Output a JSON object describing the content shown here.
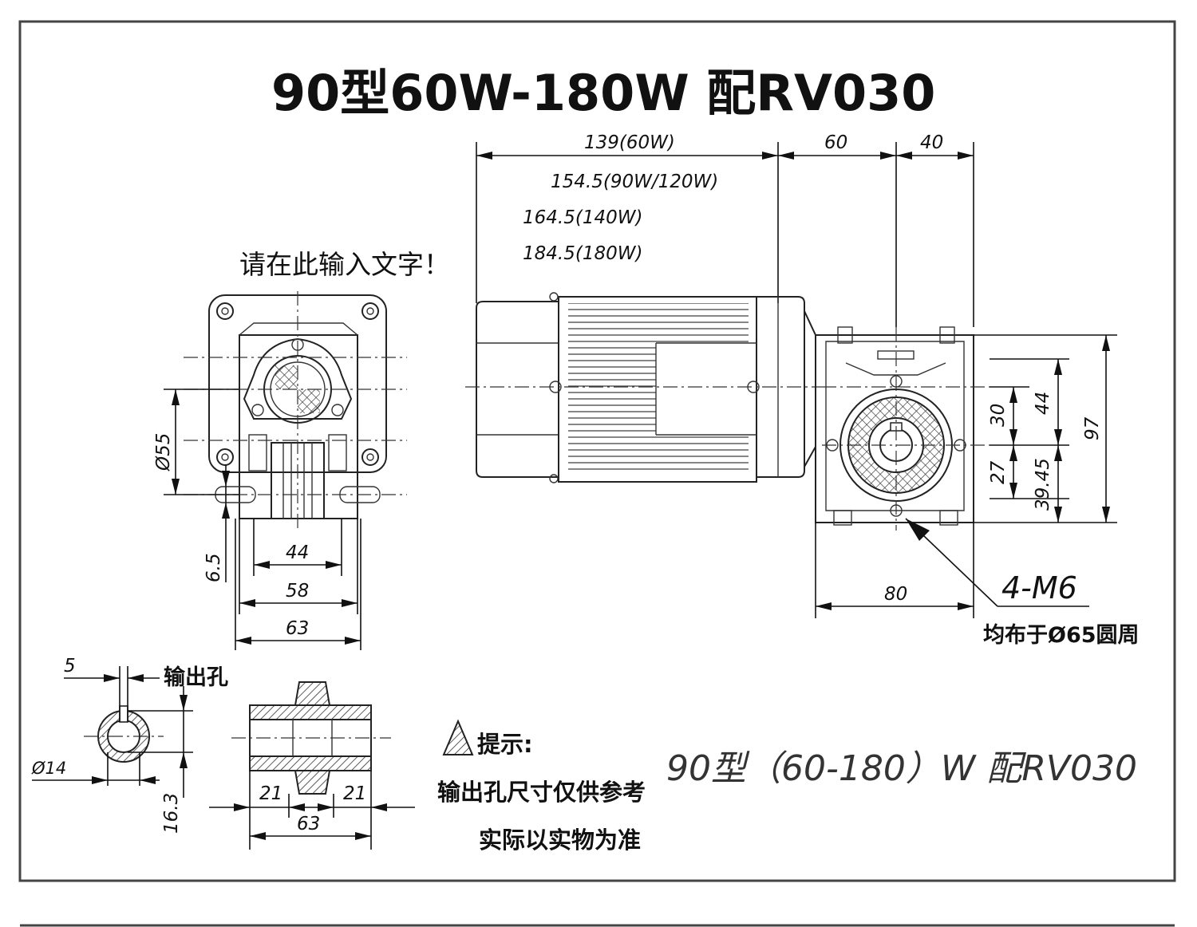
{
  "title": "90型60W-180W 配RV030",
  "placeholder_note": "请在此输入文字！",
  "subtitle": "90型（60-180）W 配RV030",
  "top_dims": {
    "length_60w": "139(60W)",
    "length_90_120w": "154.5(90W/120W)",
    "length_140w": "164.5(140W)",
    "length_180w": "184.5(180W)",
    "d60": "60",
    "d40": "40"
  },
  "right_view_dims": {
    "d30": "30",
    "d44": "44",
    "d97": "97",
    "d27": "27",
    "d39_45": "39.45",
    "d80": "80",
    "bolt": "4-M6",
    "bolt_note": "均布于Ø65圆周"
  },
  "left_view_dims": {
    "phi55": "Ø55",
    "d6_5": "6.5",
    "d44": "44",
    "d58": "58",
    "d63": "63"
  },
  "hole_view": {
    "d5": "5",
    "output_hole": "输出孔",
    "phi14": "Ø14",
    "d16_3": "16.3"
  },
  "shaft_view": {
    "d21_left": "21",
    "d21_right": "21",
    "d63": "63"
  },
  "hint": {
    "heading": "提示:",
    "line1": "输出孔尺寸仅供参考",
    "line2": "实际以实物为准"
  }
}
